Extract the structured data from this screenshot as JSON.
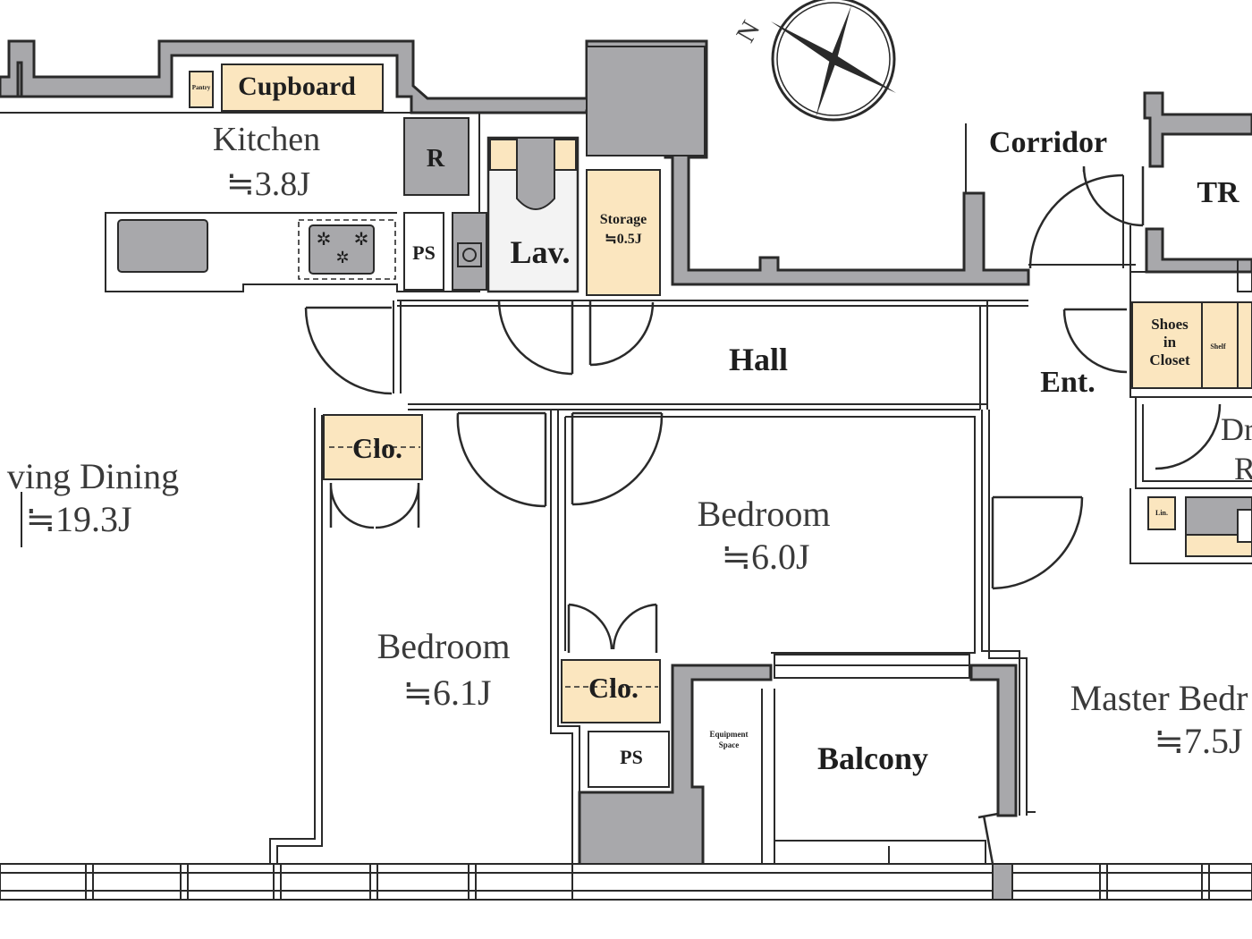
{
  "compass": {
    "label": "N"
  },
  "rooms": {
    "kitchen": {
      "name": "Kitchen",
      "area": "≒3.8J"
    },
    "living_dining": {
      "name": "ving Dining",
      "area": "≒19.3J"
    },
    "bedroom_left": {
      "name": "Bedroom",
      "area": "≒6.1J"
    },
    "bedroom_center": {
      "name": "Bedroom",
      "area": "≒6.0J"
    },
    "master_bedroom": {
      "name": "Master Bedr",
      "area": "≒7.5J"
    },
    "hall": {
      "name": "Hall"
    },
    "corridor": {
      "name": "Corridor"
    },
    "entrance": {
      "name": "Ent."
    },
    "balcony": {
      "name": "Balcony"
    },
    "lavatory": {
      "name": "Lav."
    },
    "toilet_room": {
      "name": "TR"
    },
    "dressing_room": {
      "line1": "Dre",
      "line2": "R"
    }
  },
  "fixtures": {
    "cupboard": "Cupboard",
    "pantry": "Pantry",
    "refrigerator": "R",
    "pipe_space_kitchen": "PS",
    "pipe_space_bottom": "PS",
    "storage": {
      "name": "Storage",
      "area": "≒0.5J"
    },
    "closet_left": "Clo.",
    "closet_center": "Clo.",
    "shoes_in_closet": [
      "Shoes",
      "in",
      "Closet"
    ],
    "shelf": "Shelf",
    "equipment_space": [
      "Equipment",
      "Space"
    ],
    "linen": "Lin."
  }
}
